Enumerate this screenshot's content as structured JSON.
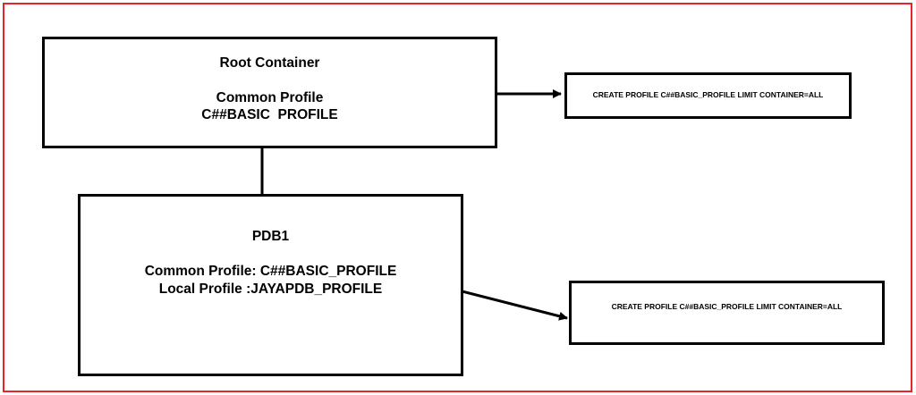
{
  "root_container": {
    "title": "Root Container",
    "profile_heading": "Common Profile",
    "profile_name": "C##BASIC  PROFILE"
  },
  "pdb": {
    "title": "PDB1",
    "common_profile": "Common Profile: C##BASIC_PROFILE",
    "local_profile": "Local Profile :JAYAPDB_PROFILE"
  },
  "commands": {
    "root_command": "CREATE PROFILE C##BASIC_PROFILE LIMIT CONTAINER=ALL",
    "pdb_command": "CREATE PROFILE C##BASIC_PROFILE LIMIT CONTAINER=ALL"
  },
  "colors": {
    "frame": "#e8242b",
    "stroke": "#000000",
    "background": "#ffffff"
  }
}
